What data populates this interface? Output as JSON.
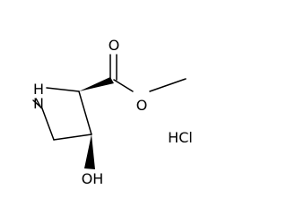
{
  "molecule": {
    "atoms": {
      "nh": "N",
      "nh_h": "H",
      "carbonyl_o": "O",
      "ester_o": "O",
      "hydroxyl": "OH"
    },
    "salt": "HCl"
  },
  "colors": {
    "bond": "#000000",
    "text": "#000000",
    "background": "#ffffff"
  }
}
